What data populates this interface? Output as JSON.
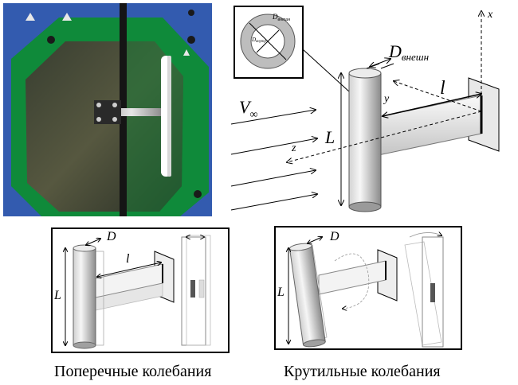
{
  "labels": {
    "d_outer_main": "D",
    "d_outer_sub": "внешн",
    "inset_outer_main": "D",
    "inset_outer_sub": "внешн",
    "inset_inner_main": "D",
    "inset_inner_sub": "внутр",
    "length_L": "L",
    "length_l": "l",
    "axis_x": "x",
    "axis_y": "y",
    "axis_z": "z",
    "flow_V": "V",
    "flow_inf": "∞",
    "panel_d": "D",
    "panel_L": "L",
    "panel_l": "l"
  },
  "captions": {
    "transverse": "Поперечные колебания",
    "torsional": "Крутильные колебания"
  },
  "colors": {
    "photo_blue": "#2f56a8",
    "photo_green": "#0f8a3a",
    "tube_light": "#f2f2f2",
    "tube_dark": "#8a8a8a",
    "line": "#000000"
  }
}
